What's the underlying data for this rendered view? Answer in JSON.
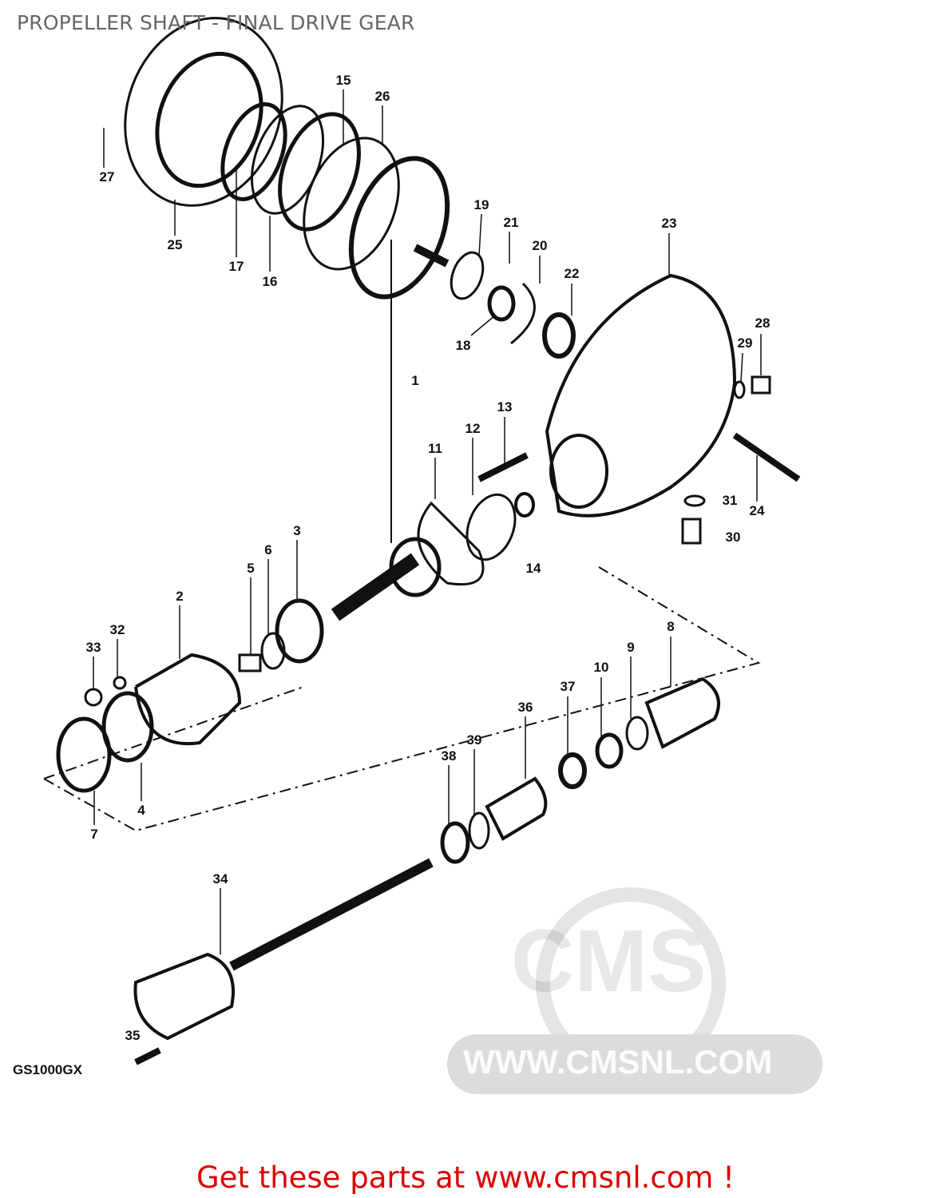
{
  "title": "PROPELLER SHAFT - FINAL DRIVE GEAR",
  "model": "GS1000GX",
  "watermark": {
    "logo": "CMS",
    "url": "WWW.CMSNL.COM"
  },
  "footer": "Get these parts at www.cmsnl.com !",
  "labels": [
    "15",
    "26",
    "27",
    "25",
    "17",
    "16",
    "19",
    "21",
    "20",
    "22",
    "18",
    "23",
    "28",
    "29",
    "1",
    "13",
    "12",
    "11",
    "31",
    "24",
    "30",
    "14",
    "3",
    "6",
    "5",
    "2",
    "32",
    "33",
    "8",
    "9",
    "10",
    "37",
    "36",
    "39",
    "38",
    "4",
    "7",
    "34",
    "35"
  ]
}
